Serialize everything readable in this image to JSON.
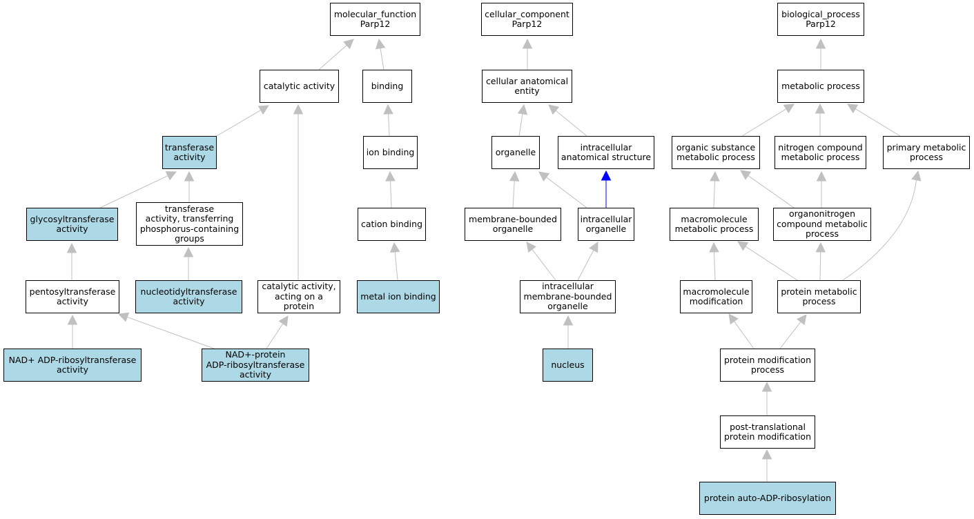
{
  "colors": {
    "plain": "#ffffff",
    "annotated": "#add8e6",
    "border": "#000000",
    "edge": "#c0c0c0",
    "edge_highlight": "#0000ff"
  },
  "nodes": {
    "mf_root": {
      "text": "molecular_function\nParp12",
      "annotated": false
    },
    "catalytic": {
      "text": "catalytic activity",
      "annotated": false
    },
    "binding": {
      "text": "binding",
      "annotated": false
    },
    "transferase": {
      "text": "transferase\nactivity",
      "annotated": true
    },
    "ion_binding": {
      "text": "ion binding",
      "annotated": false
    },
    "glycosyl": {
      "text": "glycosyltransferase\nactivity",
      "annotated": true
    },
    "transfer_phos": {
      "text": "transferase\nactivity, transferring\nphosphorus-containing\ngroups",
      "annotated": false
    },
    "cation": {
      "text": "cation binding",
      "annotated": false
    },
    "pentosyl": {
      "text": "pentosyltransferase\nactivity",
      "annotated": false
    },
    "nucleotidyl": {
      "text": "nucleotidyltransferase\nactivity",
      "annotated": true
    },
    "cat_protein": {
      "text": "catalytic activity,\nacting on a\nprotein",
      "annotated": false
    },
    "metal_ion": {
      "text": "metal ion binding",
      "annotated": true
    },
    "nad_adp": {
      "text": "NAD+ ADP-ribosyltransferase\nactivity",
      "annotated": true
    },
    "nad_protein": {
      "text": "NAD+-protein\nADP-ribosyltransferase\nactivity",
      "annotated": true
    },
    "cc_root": {
      "text": "cellular_component\nParp12",
      "annotated": false
    },
    "cell_anat": {
      "text": "cellular anatomical\nentity",
      "annotated": false
    },
    "organelle": {
      "text": "organelle",
      "annotated": false
    },
    "intra_anat": {
      "text": "intracellular\nanatomical structure",
      "annotated": false
    },
    "mem_bound": {
      "text": "membrane-bounded\norganelle",
      "annotated": false
    },
    "intra_org": {
      "text": "intracellular\norganelle",
      "annotated": false
    },
    "intra_mem": {
      "text": "intracellular\nmembrane-bounded\norganelle",
      "annotated": false
    },
    "nucleus": {
      "text": "nucleus",
      "annotated": true
    },
    "bp_root": {
      "text": "biological_process\nParp12",
      "annotated": false
    },
    "metabolic": {
      "text": "metabolic process",
      "annotated": false
    },
    "organic_sub": {
      "text": "organic substance\nmetabolic process",
      "annotated": false
    },
    "nitrogen": {
      "text": "nitrogen compound\nmetabolic process",
      "annotated": false
    },
    "primary": {
      "text": "primary metabolic\nprocess",
      "annotated": false
    },
    "macromol_met": {
      "text": "macromolecule\nmetabolic process",
      "annotated": false
    },
    "organonitro": {
      "text": "organonitrogen\ncompound metabolic\nprocess",
      "annotated": false
    },
    "macromol_mod": {
      "text": "macromolecule\nmodification",
      "annotated": false
    },
    "protein_met": {
      "text": "protein metabolic\nprocess",
      "annotated": false
    },
    "protein_mod": {
      "text": "protein modification\nprocess",
      "annotated": false
    },
    "post_trans": {
      "text": "post-translational\nprotein modification",
      "annotated": false
    },
    "auto_adp": {
      "text": "protein auto-ADP-ribosylation",
      "annotated": true
    }
  }
}
